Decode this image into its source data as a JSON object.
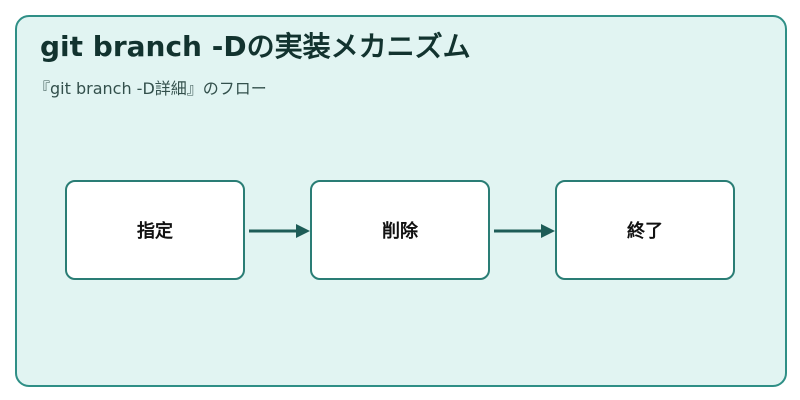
{
  "diagram": {
    "title": "git branch -Dの実装メカニズム",
    "subtitle": "『git branch -D詳細』のフロー",
    "steps": [
      {
        "label": "指定"
      },
      {
        "label": "削除"
      },
      {
        "label": "終了"
      }
    ],
    "colors": {
      "background": "#e1f4f2",
      "border": "#2f8f86",
      "arrow": "#1d5c57"
    }
  }
}
